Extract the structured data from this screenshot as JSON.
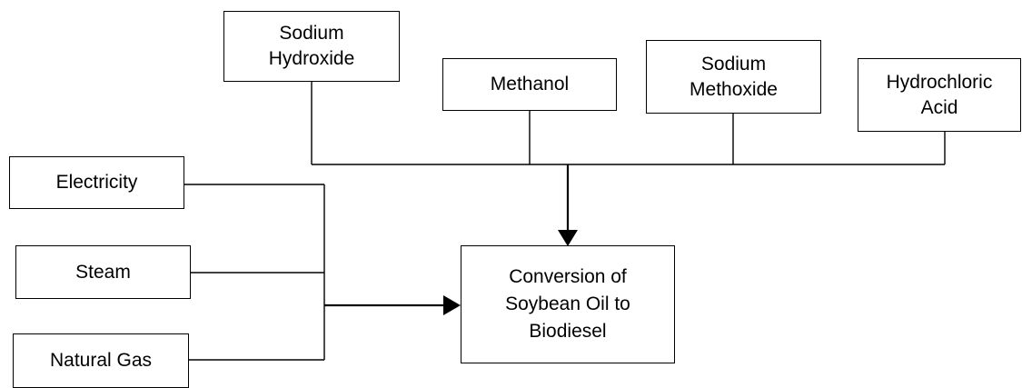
{
  "inputs_top": [
    {
      "id": "sodium-hydroxide",
      "label": "Sodium\nHydroxide"
    },
    {
      "id": "methanol",
      "label": "Methanol"
    },
    {
      "id": "sodium-methoxide",
      "label": "Sodium\nMethoxide"
    },
    {
      "id": "hydrochloric-acid",
      "label": "Hydrochloric\nAcid"
    }
  ],
  "inputs_left": [
    {
      "id": "electricity",
      "label": "Electricity"
    },
    {
      "id": "steam",
      "label": "Steam"
    },
    {
      "id": "natural-gas",
      "label": "Natural Gas"
    }
  ],
  "process": {
    "label": "Conversion of\nSoybean Oil to\nBiodiesel"
  }
}
